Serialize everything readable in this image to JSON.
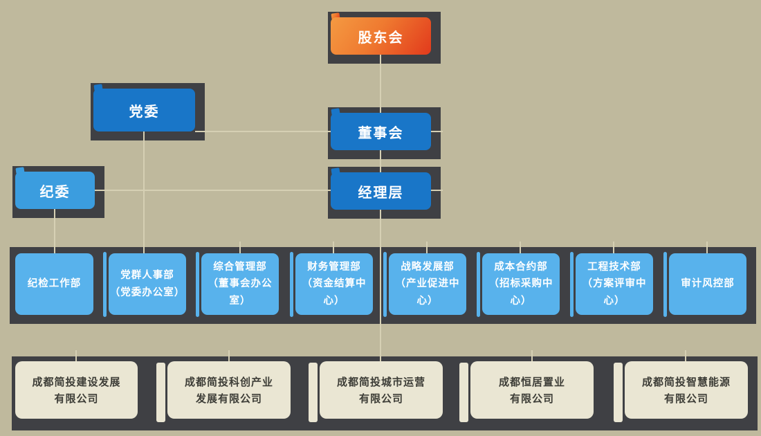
{
  "nodes": {
    "shareholders": "股东会",
    "party_committee": "党委",
    "discipline_committee": "纪委",
    "board_of_directors": "董事会",
    "management_team": "经理层"
  },
  "departments": [
    {
      "name": "纪检工作部",
      "subtitle": ""
    },
    {
      "name": "党群人事部",
      "subtitle": "（党委办公室）"
    },
    {
      "name": "综合管理部",
      "subtitle": "（董事会办公室）"
    },
    {
      "name": "财务管理部",
      "subtitle": "（资金结算中心）"
    },
    {
      "name": "战略发展部",
      "subtitle": "（产业促进中心）"
    },
    {
      "name": "成本合约部",
      "subtitle": "（招标采购中心）"
    },
    {
      "name": "工程技术部",
      "subtitle": "（方案评审中心）"
    },
    {
      "name": "审计风控部",
      "subtitle": ""
    }
  ],
  "companies": [
    {
      "line1": "成都简投建设发展",
      "line2": "有限公司"
    },
    {
      "line1": "成都简投科创产业",
      "line2": "发展有限公司"
    },
    {
      "line1": "成都简投城市运营",
      "line2": "有限公司"
    },
    {
      "line1": "成都恒居置业",
      "line2": "有限公司"
    },
    {
      "line1": "成都简投智慧能源",
      "line2": "有限公司"
    }
  ],
  "palette": {
    "background": "#bfb99d",
    "shadow": "#3f4044",
    "primary_blue": "#1976c8",
    "light_blue": "#3b9ddf",
    "department_blue": "#58b2ec",
    "company_cream": "#eae6d3",
    "company_text": "#3d3d37",
    "accent_orange_start": "#f49a42",
    "accent_orange_end": "#e23a1c",
    "connector_line": "#d6d0b4"
  }
}
